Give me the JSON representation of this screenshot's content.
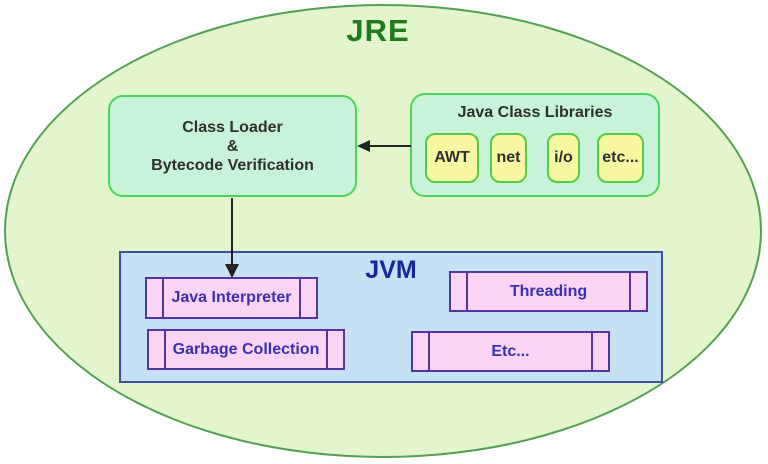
{
  "jre": {
    "label": "JRE",
    "class_loader": {
      "line1": "Class Loader",
      "line2": "&",
      "line3": "Bytecode Verification"
    },
    "libraries": {
      "title": "Java Class Libraries",
      "items": [
        "AWT",
        "net",
        "i/o",
        "etc..."
      ]
    },
    "jvm": {
      "label": "JVM",
      "components": [
        "Java Interpreter",
        "Threading",
        "Garbage Collection",
        "Etc..."
      ]
    },
    "colors": {
      "ellipse_fill": "#e2f5cd",
      "ellipse_border": "#52a052",
      "mint_fill": "#c9f3d8",
      "mint_border": "#4cd45c",
      "yellow_fill": "#f8f8a2",
      "yellow_border": "#54cc44",
      "jvm_fill": "#c6e0f4",
      "jvm_border": "#3f4f9f",
      "pink_fill": "#f9d4f4",
      "pink_border": "#54349f",
      "jre_text": "#1e7a1e",
      "jvm_text": "#19259b",
      "component_text": "#3c2fb0",
      "label_text": "#2f2f2f",
      "arrow": "#222222"
    }
  }
}
